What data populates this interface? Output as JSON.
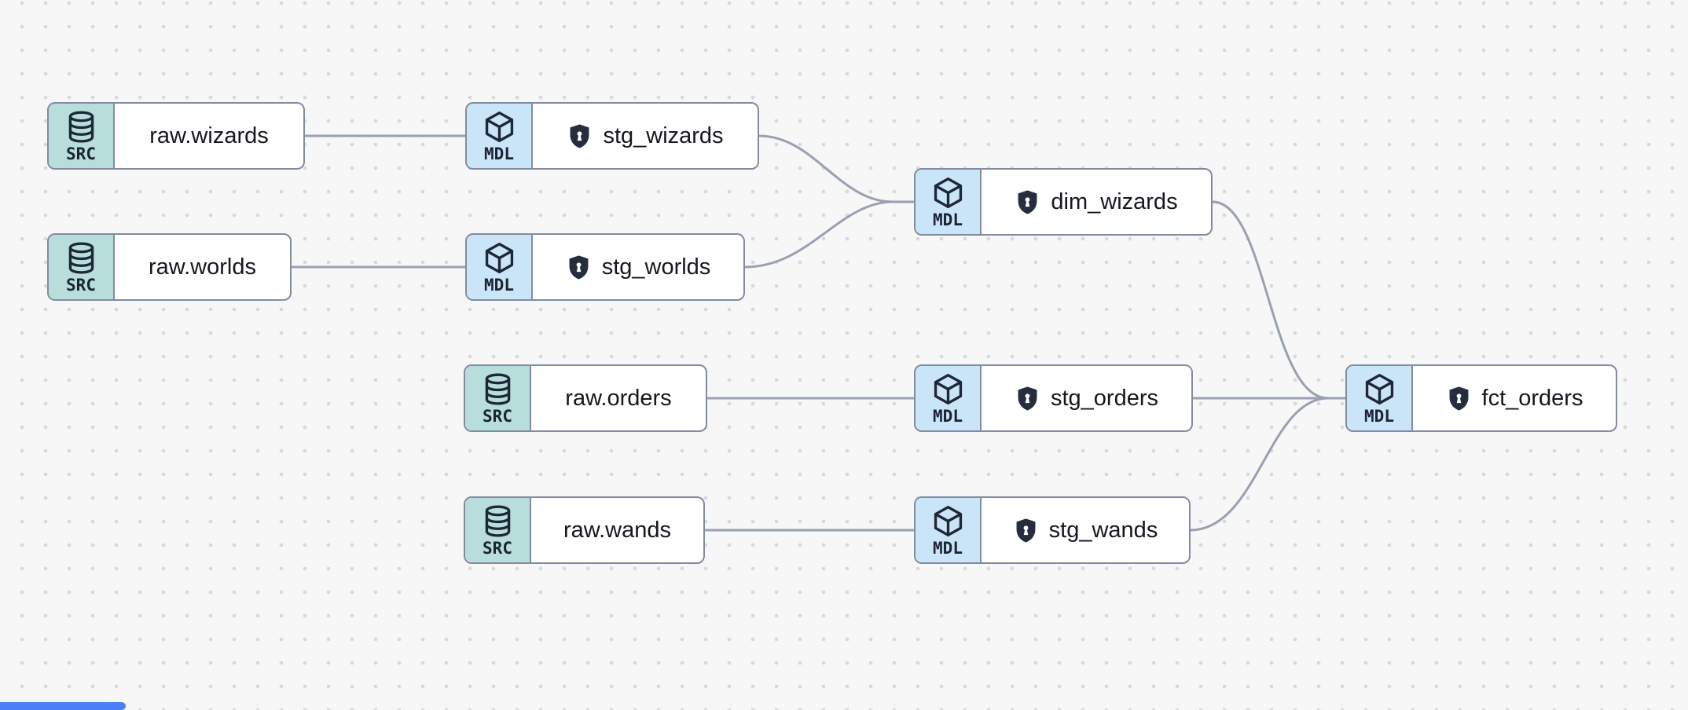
{
  "diagram": {
    "nodes": [
      {
        "id": "raw_wizards",
        "type": "source",
        "badge": "SRC",
        "label": "raw.wizards",
        "icon": "database-icon",
        "shield": false
      },
      {
        "id": "raw_worlds",
        "type": "source",
        "badge": "SRC",
        "label": "raw.worlds",
        "icon": "database-icon",
        "shield": false
      },
      {
        "id": "stg_wizards",
        "type": "model",
        "badge": "MDL",
        "label": "stg_wizards",
        "icon": "cube-icon",
        "shield": true
      },
      {
        "id": "stg_worlds",
        "type": "model",
        "badge": "MDL",
        "label": "stg_worlds",
        "icon": "cube-icon",
        "shield": true
      },
      {
        "id": "dim_wizards",
        "type": "model",
        "badge": "MDL",
        "label": "dim_wizards",
        "icon": "cube-icon",
        "shield": true
      },
      {
        "id": "raw_orders",
        "type": "source",
        "badge": "SRC",
        "label": "raw.orders",
        "icon": "database-icon",
        "shield": false
      },
      {
        "id": "stg_orders",
        "type": "model",
        "badge": "MDL",
        "label": "stg_orders",
        "icon": "cube-icon",
        "shield": true
      },
      {
        "id": "raw_wands",
        "type": "source",
        "badge": "SRC",
        "label": "raw.wands",
        "icon": "database-icon",
        "shield": false
      },
      {
        "id": "stg_wands",
        "type": "model",
        "badge": "MDL",
        "label": "stg_wands",
        "icon": "cube-icon",
        "shield": true
      },
      {
        "id": "fct_orders",
        "type": "model",
        "badge": "MDL",
        "label": "fct_orders",
        "icon": "cube-icon",
        "shield": true
      }
    ],
    "edges": [
      {
        "from": "raw_wizards",
        "to": "stg_wizards"
      },
      {
        "from": "raw_worlds",
        "to": "stg_worlds"
      },
      {
        "from": "stg_wizards",
        "to": "dim_wizards"
      },
      {
        "from": "stg_worlds",
        "to": "dim_wizards"
      },
      {
        "from": "raw_orders",
        "to": "stg_orders"
      },
      {
        "from": "raw_wands",
        "to": "stg_wands"
      },
      {
        "from": "dim_wizards",
        "to": "fct_orders"
      },
      {
        "from": "stg_orders",
        "to": "fct_orders"
      },
      {
        "from": "stg_wands",
        "to": "fct_orders"
      }
    ],
    "colors": {
      "canvas_background": "#f7f7f8",
      "grid_dot": "#d8d9dc",
      "node_border": "#828ba0",
      "source_badge": "#b7dedb",
      "model_badge": "#cbe5f8",
      "edge": "#99a1b0",
      "shield": "#262e3e",
      "label_text": "#14171d",
      "scrollbar_thumb": "#4b7ff7"
    }
  }
}
